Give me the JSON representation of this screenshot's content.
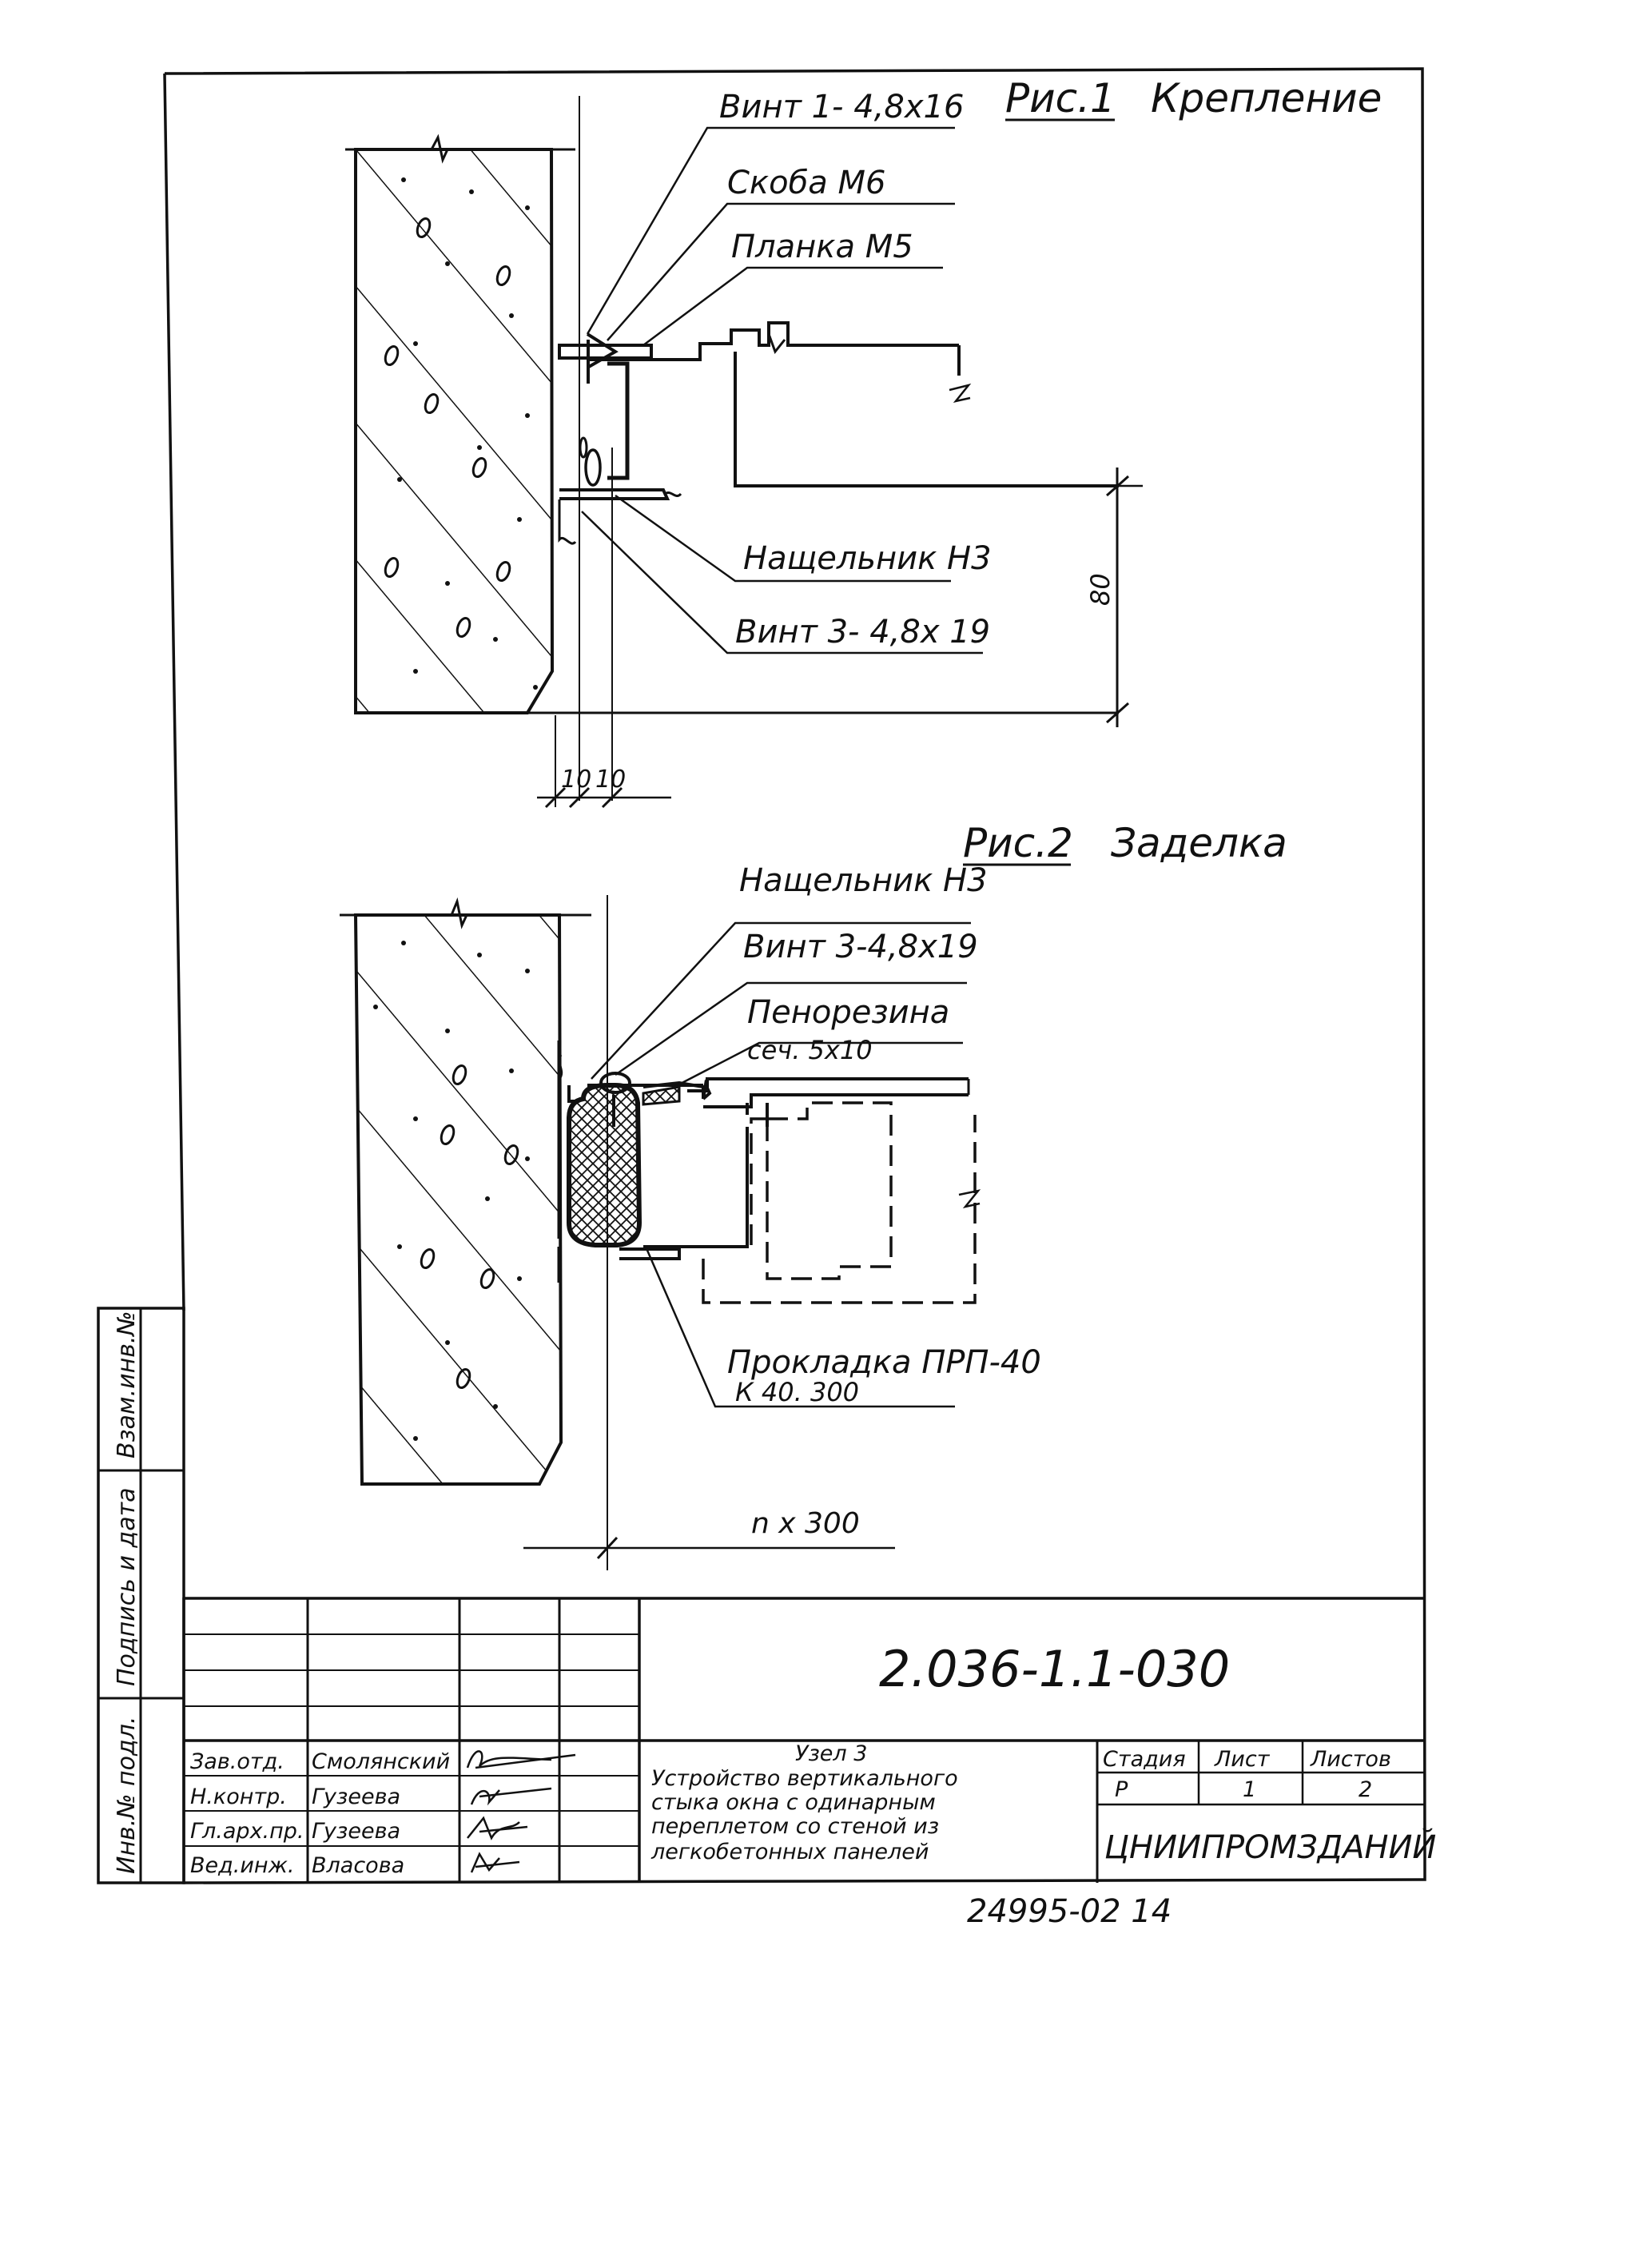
{
  "fig1": {
    "title": "Рис.1",
    "subtitle": "Крепление",
    "labels": {
      "screw1": "Винт 1- 4,8х16",
      "bracket": "Скоба М6",
      "plate": "Планка М5",
      "cover_strip": "Нащельник Н3",
      "screw3": "Винт 3- 4,8х 19"
    },
    "dims": {
      "height": "80",
      "gap_left": "10",
      "gap_right": "10"
    }
  },
  "fig2": {
    "title": "Рис.2",
    "subtitle": "Заделка",
    "labels": {
      "cover_strip": "Нащельник Н3",
      "screw3": "Винт 3-4,8х19",
      "foam_rubber": "Пенорезина",
      "foam_size": "сеч. 5х10",
      "gasket": "Прокладка ПРП-40",
      "gasket_size": "К 40. 300"
    },
    "dims": {
      "span": "n х 300"
    }
  },
  "side_stamp": {
    "field_1": "Взам.инв.№",
    "field_2": "Подпись и дата",
    "field_3": "Инв.№ подл."
  },
  "title_block": {
    "doc_code": "2.036-1.1-030",
    "node": "Узел 3",
    "description": [
      "Устройство вертикального",
      "стыка окна с одинарным",
      "переплетом со стеной из",
      "легкобетонных панелей"
    ],
    "headers": {
      "stage": "Стадия",
      "sheet": "Лист",
      "sheets": "Листов"
    },
    "values": {
      "stage": "Р",
      "sheet": "1",
      "sheets": "2"
    },
    "organization": "ЦНИИПРОМЗДАНИЙ",
    "roles": [
      {
        "role": "Зав.отд.",
        "name": "Смолянский"
      },
      {
        "role": "Н.контр.",
        "name": "Гузеева"
      },
      {
        "role": "Гл.арх.пр.",
        "name": "Гузеева"
      },
      {
        "role": "Вед.инж.",
        "name": "Власова"
      }
    ]
  },
  "bottom_code": "24995-02   14"
}
